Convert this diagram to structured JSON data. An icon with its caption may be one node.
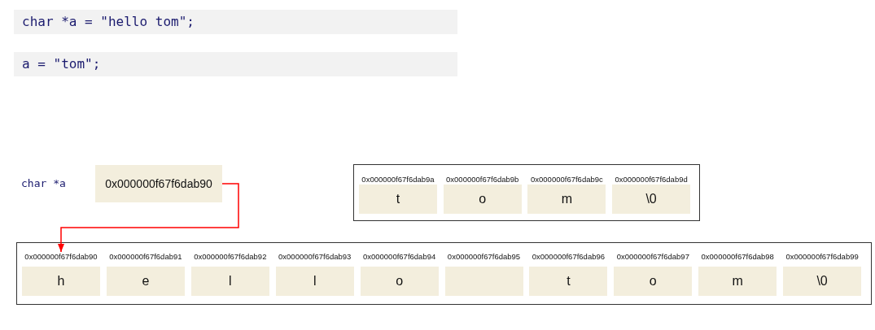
{
  "diagram": {
    "nodes": [
      {
        "text": [
          "0x000000f67f6dab90"
        ],
        "beside": [
          "char *a"
        ]
      },
      {
        "text": [],
        "shape": "box"
      },
      {
        "text": [
          "0x000000f67f6dab9a",
          "t"
        ],
        "in": 1
      },
      {
        "text": [
          "0x000000f67f6dab9b",
          "o"
        ],
        "in": 1
      },
      {
        "text": [
          "0x000000f67f6dab9c",
          "m"
        ],
        "in": 1
      },
      {
        "text": [
          "0x000000f67f6dab9d",
          "\\0"
        ],
        "in": 1
      },
      {
        "text": [],
        "shape": "box"
      },
      {
        "text": [
          "0x000000f67f6dab90",
          "h"
        ],
        "in": 6
      },
      {
        "text": [
          "0x000000f67f6dab91",
          "e"
        ],
        "in": 6
      },
      {
        "text": [
          "0x000000f67f6dab92",
          "l"
        ],
        "in": 6
      },
      {
        "text": [
          "0x000000f67f6dab93",
          "l"
        ],
        "in": 6
      },
      {
        "text": [
          "0x000000f67f6dab94",
          "o"
        ],
        "in": 6
      },
      {
        "text": [
          "0x000000f67f6dab95"
        ],
        "in": 6
      },
      {
        "text": [
          "0x000000f67f6dab96",
          "t"
        ],
        "in": 6
      },
      {
        "text": [
          "0x000000f67f6dab97",
          "o"
        ],
        "in": 6
      },
      {
        "text": [
          "0x000000f67f6dab98",
          "m"
        ],
        "in": 6
      },
      {
        "text": [
          "0x000000f67f6dab99",
          "\\0"
        ],
        "in": 6
      }
    ],
    "edges": [
      {
        "from": 0,
        "to": 7,
        "arrow": "to",
        "color": "#ff0000"
      }
    ],
    "labels": [
      "char *a = \"hello tom\";",
      "a = \"tom\";"
    ]
  }
}
